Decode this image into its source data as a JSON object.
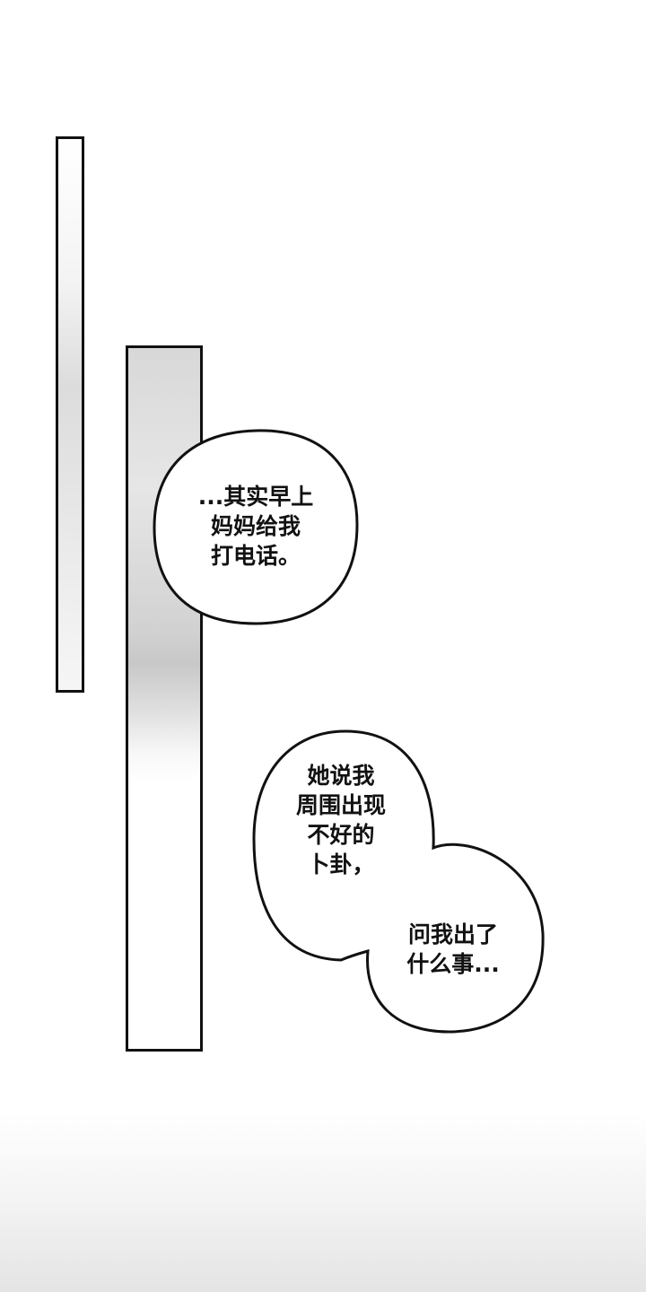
{
  "bubbles": [
    {
      "lines": "...其实早上\n妈妈给我\n打电话。"
    },
    {
      "lines": "她说我\n周围出现\n不好的\n卜卦，"
    },
    {
      "lines": "问我出了\n什么事..."
    }
  ]
}
